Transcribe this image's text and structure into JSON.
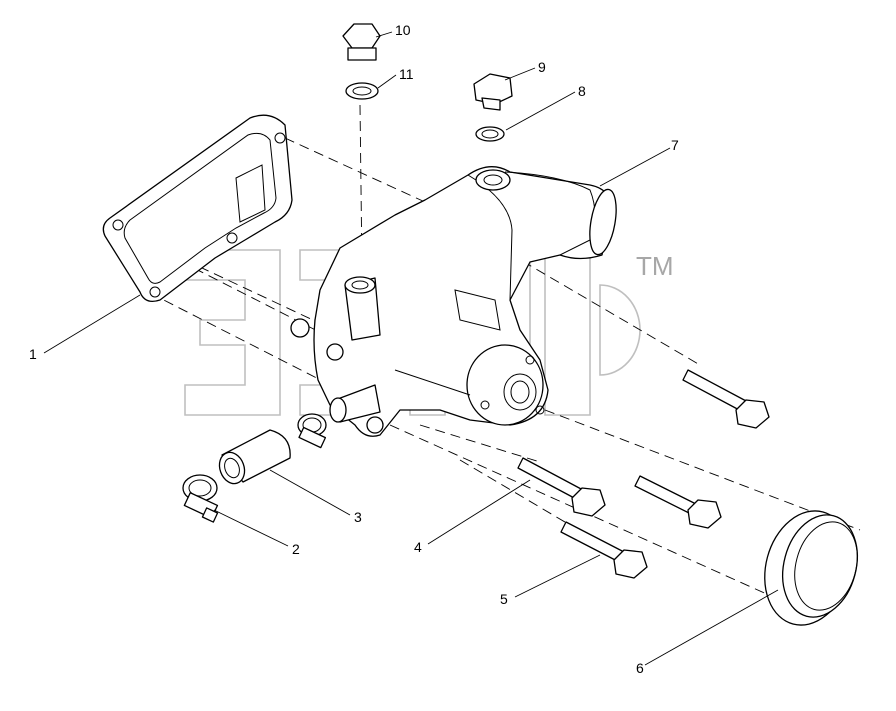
{
  "callouts": [
    {
      "id": "1",
      "text": "1"
    },
    {
      "id": "2",
      "text": "2"
    },
    {
      "id": "3",
      "text": "3"
    },
    {
      "id": "4",
      "text": "4"
    },
    {
      "id": "5",
      "text": "5"
    },
    {
      "id": "6",
      "text": "6"
    },
    {
      "id": "7",
      "text": "7"
    },
    {
      "id": "8",
      "text": "8"
    },
    {
      "id": "9",
      "text": "9"
    },
    {
      "id": "10",
      "text": "10"
    },
    {
      "id": "11",
      "text": "11"
    }
  ],
  "watermark": {
    "mark": "TM"
  }
}
